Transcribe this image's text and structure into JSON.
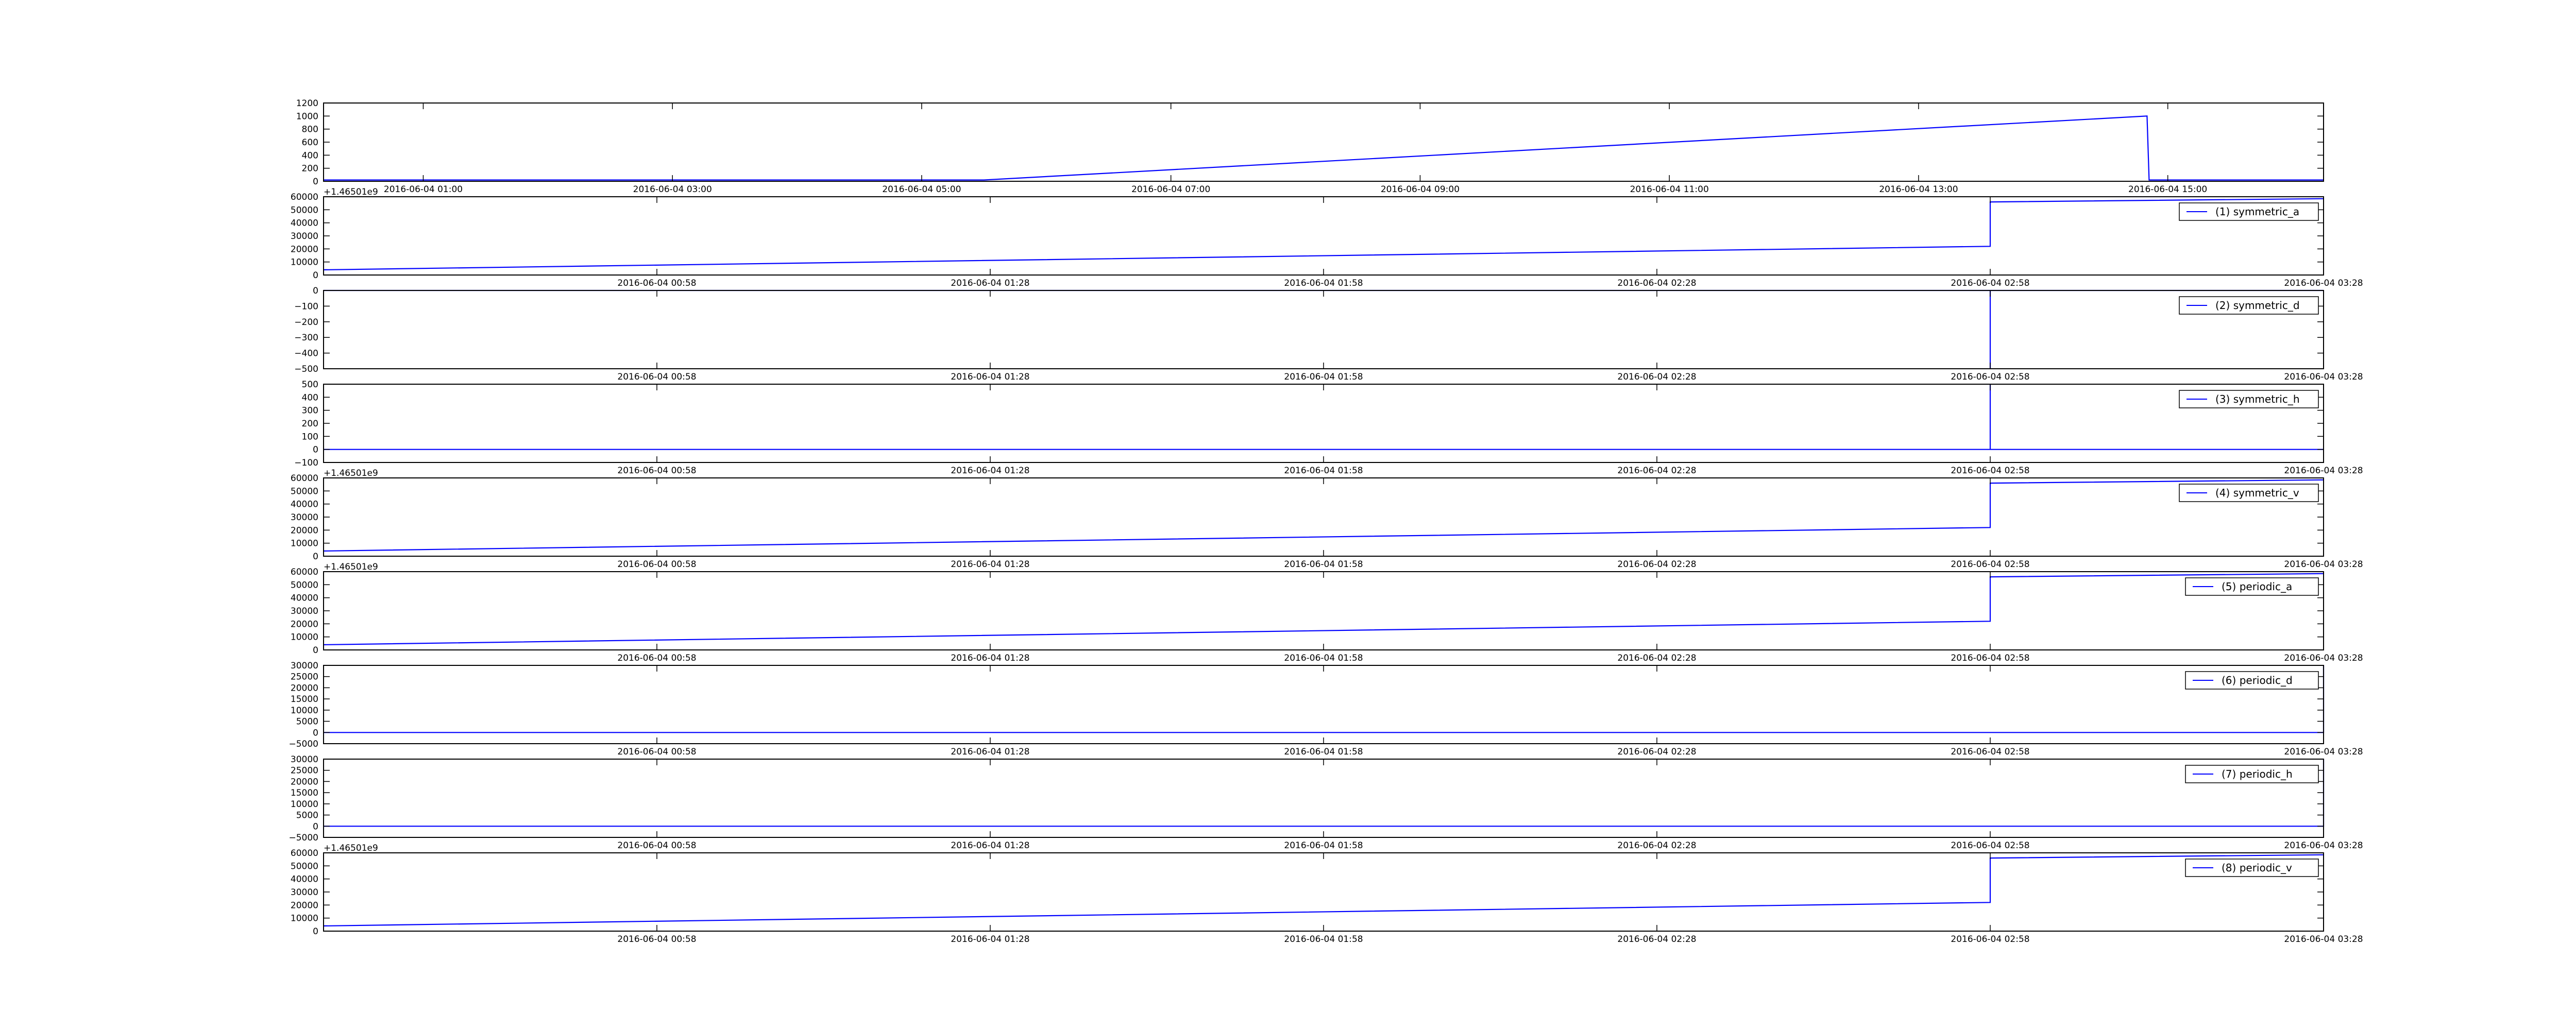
{
  "figure": {
    "background": "#ffffff",
    "line_color": "#0000ff"
  },
  "chart_data": [
    {
      "type": "line",
      "legend": null,
      "offset_label": "",
      "ylim": [
        0,
        1200
      ],
      "yticks": [
        0,
        200,
        400,
        600,
        800,
        1000,
        1200
      ],
      "ytick_labels": [
        "0",
        "200",
        "400",
        "600",
        "800",
        "1000",
        "1200"
      ],
      "xlim": [
        "2016-06-04 00:12",
        "2016-06-04 16:15"
      ],
      "xtick_labels": [
        "2016-06-04 01:00",
        "2016-06-04 03:00",
        "2016-06-04 05:00",
        "2016-06-04 07:00",
        "2016-06-04 09:00",
        "2016-06-04 11:00",
        "2016-06-04 13:00",
        "2016-06-04 15:00"
      ],
      "xtick_values": [
        "2016-06-04 01:00",
        "2016-06-04 03:00",
        "2016-06-04 05:00",
        "2016-06-04 07:00",
        "2016-06-04 09:00",
        "2016-06-04 11:00",
        "2016-06-04 13:00",
        "2016-06-04 15:00"
      ],
      "series": [
        {
          "x": [
            "2016-06-04 00:12",
            "2016-06-04 05:30",
            "2016-06-04 14:50",
            "2016-06-04 14:51",
            "2016-06-04 16:15"
          ],
          "y": [
            20,
            20,
            1000,
            20,
            20
          ]
        }
      ]
    },
    {
      "type": "line",
      "legend": "(1) symmetric_a",
      "offset_label": "+1.46501e9",
      "ylim": [
        0,
        60000
      ],
      "yticks": [
        0,
        10000,
        20000,
        30000,
        40000,
        50000,
        60000
      ],
      "ytick_labels": [
        "0",
        "10000",
        "20000",
        "30000",
        "40000",
        "50000",
        "60000"
      ],
      "xlim": [
        "2016-06-04 00:28",
        "2016-06-04 03:28"
      ],
      "xtick_labels": [
        "2016-06-04 00:58",
        "2016-06-04 01:28",
        "2016-06-04 01:58",
        "2016-06-04 02:28",
        "2016-06-04 02:58",
        "2016-06-04 03:28"
      ],
      "xtick_values": [
        "2016-06-04 00:58",
        "2016-06-04 01:28",
        "2016-06-04 01:58",
        "2016-06-04 02:28",
        "2016-06-04 02:58",
        "2016-06-04 03:28"
      ],
      "series": [
        {
          "x": [
            "2016-06-04 00:28",
            "2016-06-04 02:58",
            "2016-06-04 02:58",
            "2016-06-04 03:28"
          ],
          "y": [
            4000,
            22000,
            56000,
            58500
          ]
        }
      ]
    },
    {
      "type": "line",
      "legend": "(2) symmetric_d",
      "offset_label": "",
      "ylim": [
        -500,
        0
      ],
      "yticks": [
        -500,
        -400,
        -300,
        -200,
        -100,
        0
      ],
      "ytick_labels": [
        "−500",
        "−400",
        "−300",
        "−200",
        "−100",
        "0"
      ],
      "xlim": [
        "2016-06-04 00:28",
        "2016-06-04 03:28"
      ],
      "xtick_labels": [
        "2016-06-04 00:58",
        "2016-06-04 01:28",
        "2016-06-04 01:58",
        "2016-06-04 02:28",
        "2016-06-04 02:58",
        "2016-06-04 03:28"
      ],
      "xtick_values": [
        "2016-06-04 00:58",
        "2016-06-04 01:28",
        "2016-06-04 01:58",
        "2016-06-04 02:28",
        "2016-06-04 02:58",
        "2016-06-04 03:28"
      ],
      "series": [
        {
          "x": [
            "2016-06-04 00:28",
            "2016-06-04 02:58",
            "2016-06-04 02:58",
            "2016-06-04 02:58",
            "2016-06-04 03:28"
          ],
          "y": [
            0,
            0,
            -500,
            0,
            0
          ]
        }
      ]
    },
    {
      "type": "line",
      "legend": "(3) symmetric_h",
      "offset_label": "",
      "ylim": [
        -100,
        500
      ],
      "yticks": [
        -100,
        0,
        100,
        200,
        300,
        400,
        500
      ],
      "ytick_labels": [
        "−100",
        "0",
        "100",
        "200",
        "300",
        "400",
        "500"
      ],
      "xlim": [
        "2016-06-04 00:28",
        "2016-06-04 03:28"
      ],
      "xtick_labels": [
        "2016-06-04 00:58",
        "2016-06-04 01:28",
        "2016-06-04 01:58",
        "2016-06-04 02:28",
        "2016-06-04 02:58",
        "2016-06-04 03:28"
      ],
      "xtick_values": [
        "2016-06-04 00:58",
        "2016-06-04 01:28",
        "2016-06-04 01:58",
        "2016-06-04 02:28",
        "2016-06-04 02:58",
        "2016-06-04 03:28"
      ],
      "series": [
        {
          "x": [
            "2016-06-04 00:28",
            "2016-06-04 02:58",
            "2016-06-04 02:58",
            "2016-06-04 02:58",
            "2016-06-04 03:28"
          ],
          "y": [
            0,
            0,
            500,
            0,
            0
          ]
        }
      ]
    },
    {
      "type": "line",
      "legend": "(4) symmetric_v",
      "offset_label": "+1.46501e9",
      "ylim": [
        0,
        60000
      ],
      "yticks": [
        0,
        10000,
        20000,
        30000,
        40000,
        50000,
        60000
      ],
      "ytick_labels": [
        "0",
        "10000",
        "20000",
        "30000",
        "40000",
        "50000",
        "60000"
      ],
      "xlim": [
        "2016-06-04 00:28",
        "2016-06-04 03:28"
      ],
      "xtick_labels": [
        "2016-06-04 00:58",
        "2016-06-04 01:28",
        "2016-06-04 01:58",
        "2016-06-04 02:28",
        "2016-06-04 02:58",
        "2016-06-04 03:28"
      ],
      "xtick_values": [
        "2016-06-04 00:58",
        "2016-06-04 01:28",
        "2016-06-04 01:58",
        "2016-06-04 02:28",
        "2016-06-04 02:58",
        "2016-06-04 03:28"
      ],
      "series": [
        {
          "x": [
            "2016-06-04 00:28",
            "2016-06-04 02:58",
            "2016-06-04 02:58",
            "2016-06-04 03:28"
          ],
          "y": [
            4000,
            22000,
            56000,
            58500
          ]
        }
      ]
    },
    {
      "type": "line",
      "legend": "(5) periodic_a",
      "offset_label": "+1.46501e9",
      "ylim": [
        0,
        60000
      ],
      "yticks": [
        0,
        10000,
        20000,
        30000,
        40000,
        50000,
        60000
      ],
      "ytick_labels": [
        "0",
        "10000",
        "20000",
        "30000",
        "40000",
        "50000",
        "60000"
      ],
      "xlim": [
        "2016-06-04 00:28",
        "2016-06-04 03:28"
      ],
      "xtick_labels": [
        "2016-06-04 00:58",
        "2016-06-04 01:28",
        "2016-06-04 01:58",
        "2016-06-04 02:28",
        "2016-06-04 02:58",
        "2016-06-04 03:28"
      ],
      "xtick_values": [
        "2016-06-04 00:58",
        "2016-06-04 01:28",
        "2016-06-04 01:58",
        "2016-06-04 02:28",
        "2016-06-04 02:58",
        "2016-06-04 03:28"
      ],
      "series": [
        {
          "x": [
            "2016-06-04 00:28",
            "2016-06-04 02:58",
            "2016-06-04 02:58",
            "2016-06-04 03:28"
          ],
          "y": [
            4000,
            22000,
            56000,
            58500
          ]
        }
      ]
    },
    {
      "type": "line",
      "legend": "(6) periodic_d",
      "offset_label": "",
      "ylim": [
        -5000,
        30000
      ],
      "yticks": [
        -5000,
        0,
        5000,
        10000,
        15000,
        20000,
        25000,
        30000
      ],
      "ytick_labels": [
        "−5000",
        "0",
        "5000",
        "10000",
        "15000",
        "20000",
        "25000",
        "30000"
      ],
      "xlim": [
        "2016-06-04 00:28",
        "2016-06-04 03:28"
      ],
      "xtick_labels": [
        "2016-06-04 00:58",
        "2016-06-04 01:28",
        "2016-06-04 01:58",
        "2016-06-04 02:28",
        "2016-06-04 02:58",
        "2016-06-04 03:28"
      ],
      "xtick_values": [
        "2016-06-04 00:58",
        "2016-06-04 01:28",
        "2016-06-04 01:58",
        "2016-06-04 02:28",
        "2016-06-04 02:58",
        "2016-06-04 03:28"
      ],
      "series": [
        {
          "x": [
            "2016-06-04 00:28",
            "2016-06-04 03:28",
            "2016-06-04 03:28"
          ],
          "y": [
            0,
            0,
            30000
          ]
        }
      ]
    },
    {
      "type": "line",
      "legend": "(7) periodic_h",
      "offset_label": "",
      "ylim": [
        -5000,
        30000
      ],
      "yticks": [
        -5000,
        0,
        5000,
        10000,
        15000,
        20000,
        25000,
        30000
      ],
      "ytick_labels": [
        "−5000",
        "0",
        "5000",
        "10000",
        "15000",
        "20000",
        "25000",
        "30000"
      ],
      "xlim": [
        "2016-06-04 00:28",
        "2016-06-04 03:28"
      ],
      "xtick_labels": [
        "2016-06-04 00:58",
        "2016-06-04 01:28",
        "2016-06-04 01:58",
        "2016-06-04 02:28",
        "2016-06-04 02:58",
        "2016-06-04 03:28"
      ],
      "xtick_values": [
        "2016-06-04 00:58",
        "2016-06-04 01:28",
        "2016-06-04 01:58",
        "2016-06-04 02:28",
        "2016-06-04 02:58",
        "2016-06-04 03:28"
      ],
      "series": [
        {
          "x": [
            "2016-06-04 00:28",
            "2016-06-04 03:28",
            "2016-06-04 03:28"
          ],
          "y": [
            0,
            0,
            30000
          ]
        }
      ]
    },
    {
      "type": "line",
      "legend": "(8) periodic_v",
      "offset_label": "+1.46501e9",
      "ylim": [
        0,
        60000
      ],
      "yticks": [
        0,
        10000,
        20000,
        30000,
        40000,
        50000,
        60000
      ],
      "ytick_labels": [
        "0",
        "10000",
        "20000",
        "30000",
        "40000",
        "50000",
        "60000"
      ],
      "xlim": [
        "2016-06-04 00:28",
        "2016-06-04 03:28"
      ],
      "xtick_labels": [
        "2016-06-04 00:58",
        "2016-06-04 01:28",
        "2016-06-04 01:58",
        "2016-06-04 02:28",
        "2016-06-04 02:58",
        "2016-06-04 03:28"
      ],
      "xtick_values": [
        "2016-06-04 00:58",
        "2016-06-04 01:28",
        "2016-06-04 01:58",
        "2016-06-04 02:28",
        "2016-06-04 02:58",
        "2016-06-04 03:28"
      ],
      "series": [
        {
          "x": [
            "2016-06-04 00:28",
            "2016-06-04 02:58",
            "2016-06-04 02:58",
            "2016-06-04 03:28"
          ],
          "y": [
            4000,
            22000,
            56000,
            58500
          ]
        }
      ]
    }
  ]
}
